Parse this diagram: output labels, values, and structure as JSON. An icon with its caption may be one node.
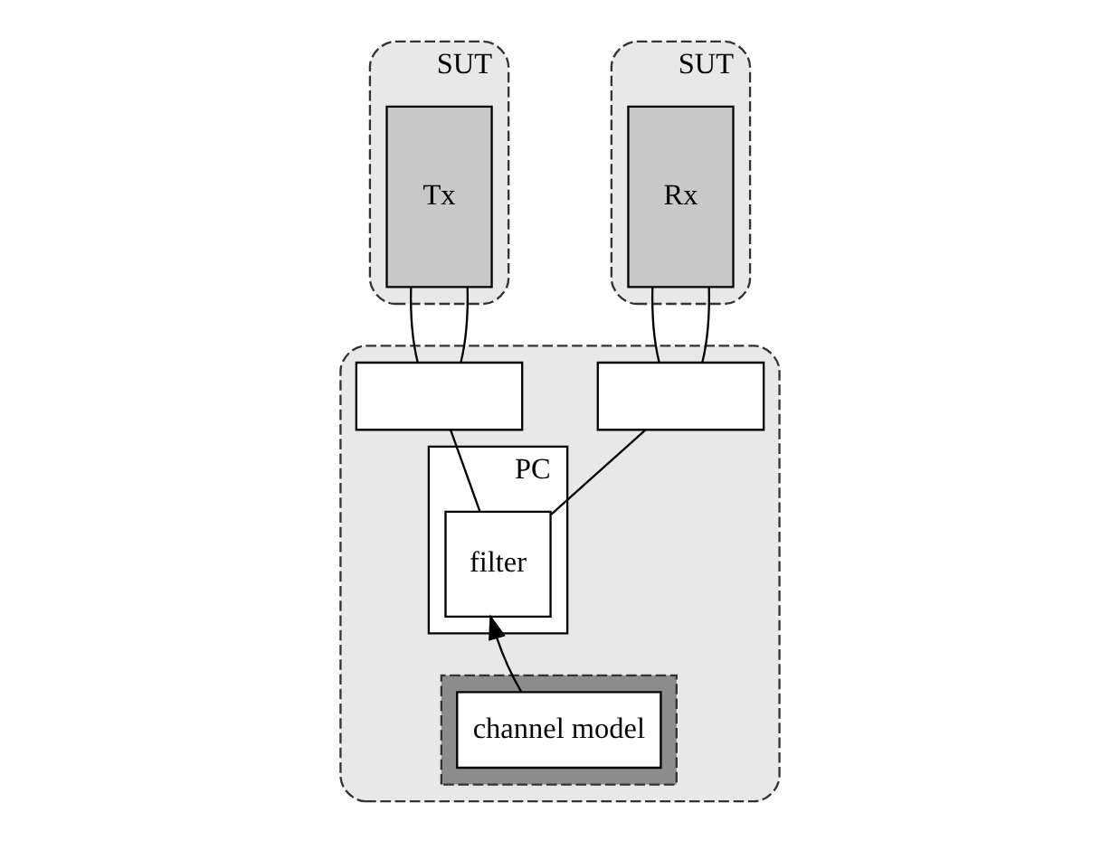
{
  "diagram": {
    "nodes": [
      {
        "text": [
          "SUT"
        ]
      },
      {
        "text": [
          "Tx"
        ],
        "in": 0
      },
      {
        "text": [
          "SUT"
        ]
      },
      {
        "text": [
          "Rx"
        ],
        "in": 2
      },
      {
        "text": [],
        "shape": "box"
      },
      {
        "text": [],
        "shape": "box",
        "in": 4
      },
      {
        "text": [],
        "shape": "box",
        "in": 4
      },
      {
        "text": [
          "PC"
        ],
        "in": 4
      },
      {
        "text": [
          "filter"
        ],
        "in": 7
      },
      {
        "text": [],
        "shape": "box",
        "in": 4
      },
      {
        "text": [
          "channel model"
        ],
        "in": 9
      }
    ],
    "edges": [
      {
        "from": 1,
        "to": 5,
        "arrow": "none"
      },
      {
        "from": 1,
        "to": 5,
        "arrow": "none"
      },
      {
        "from": 3,
        "to": 6,
        "arrow": "none"
      },
      {
        "from": 3,
        "to": 6,
        "arrow": "none"
      },
      {
        "from": 5,
        "to": 8,
        "arrow": "none"
      },
      {
        "from": 6,
        "to": 8,
        "arrow": "none"
      },
      {
        "from": 10,
        "to": 8,
        "arrow": "to"
      }
    ]
  }
}
